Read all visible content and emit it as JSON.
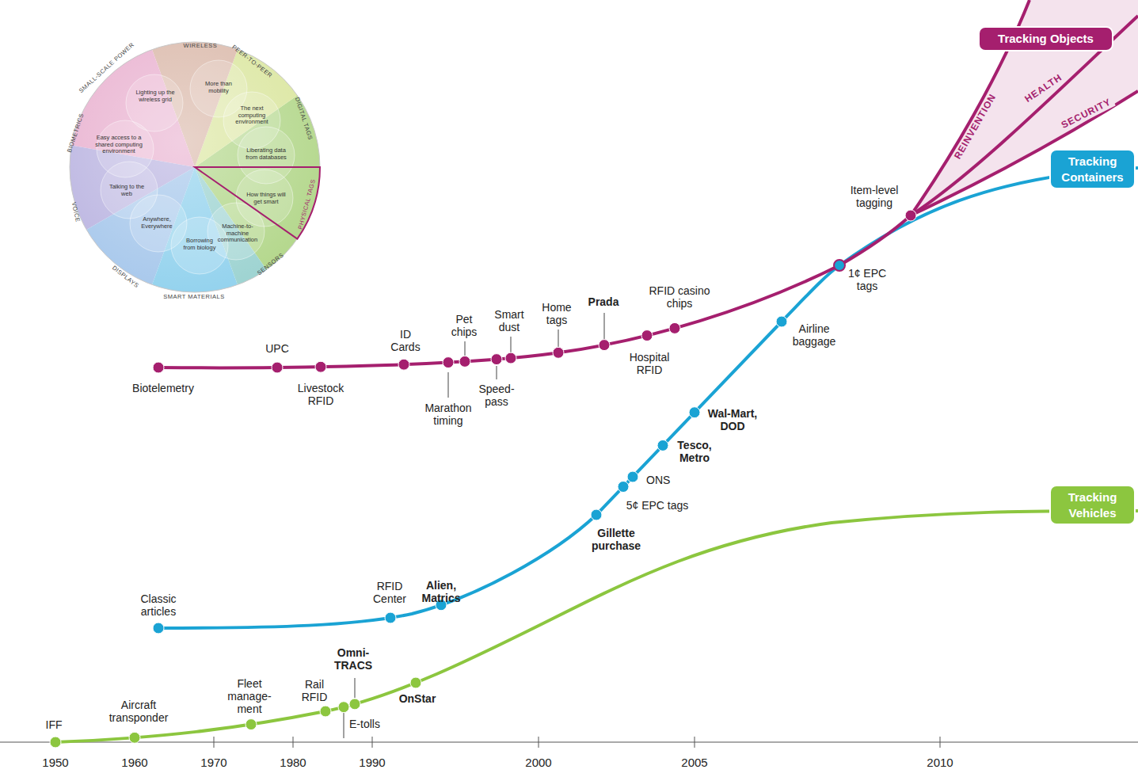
{
  "diagram": {
    "nodes": [
      {
        "text": [
          "Tracking Objects"
        ]
      },
      {
        "text": [
          "Tracking Containers"
        ]
      },
      {
        "text": [
          "Tracking Vehicles"
        ]
      }
    ],
    "labels": [
      "WIRELESS",
      "PEER-TO-PEER",
      "DIGITAL TAGS",
      "PHYSICAL TAGS",
      "SENSORS",
      "SMART MATERIALS",
      "DISPLAYS",
      "VOICE",
      "BIOMETRICS",
      "SMALL-SCALE POWER",
      "More than mobility",
      "The next computing environment",
      "Liberating data from databases",
      "How things will get smart",
      "Machine-to-machine communication",
      "Borrowing from biology",
      "Anywhere, Everywhere",
      "Talking to the web",
      "Easy access to a shared computing environment",
      "Lighting up the wireless grid",
      "Biotelemetry",
      "UPC",
      "Livestock RFID",
      "ID Cards",
      "Marathon timing",
      "Pet chips",
      "Speed- pass",
      "Smart dust",
      "Home tags",
      "Prada",
      "Hospital RFID",
      "RFID casino chips",
      "Item-level tagging",
      "REINVENTION",
      "HEALTH",
      "SECURITY",
      "Classic articles",
      "RFID Center",
      "Alien, Matrics",
      "Gillette purchase",
      "5¢ EPC tags",
      "ONS",
      "Tesco, Metro",
      "Wal-Mart, DOD",
      "Airline baggage",
      "1¢ EPC tags",
      "IFF",
      "Aircraft transponder",
      "Fleet manage- ment",
      "Rail RFID",
      "Omni- TRACS",
      "E-tolls",
      "OnStar",
      "1950",
      "1960",
      "1970",
      "1980",
      "1990",
      "2000",
      "2005",
      "2010"
    ]
  }
}
